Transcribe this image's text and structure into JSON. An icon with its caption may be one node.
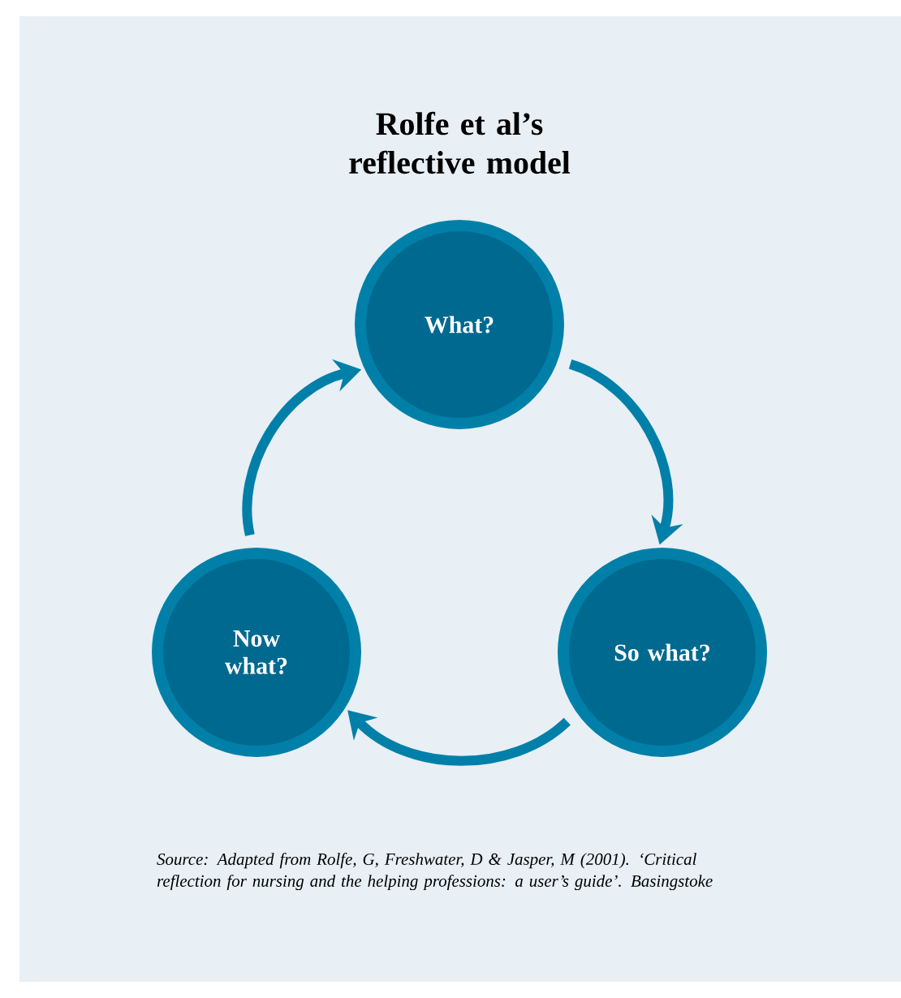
{
  "diagram": {
    "title": "Rolfe et al’s reflective model",
    "caption": "Source: Adapted from Rolfe, G, Freshwater, D & Jasper, M (2001). ‘Critical reflection for nursing and the helping professions: a user’s guide’. Basingstoke",
    "nodes": [
      {
        "text": [
          "What?"
        ]
      },
      {
        "text": [
          "So what?"
        ]
      },
      {
        "text": [
          "Now what?"
        ]
      }
    ],
    "edges": [
      {
        "from": 0,
        "to": 1,
        "arrow": "to"
      },
      {
        "from": 1,
        "to": 2,
        "arrow": "to"
      },
      {
        "from": 2,
        "to": 0,
        "arrow": "to"
      }
    ]
  }
}
